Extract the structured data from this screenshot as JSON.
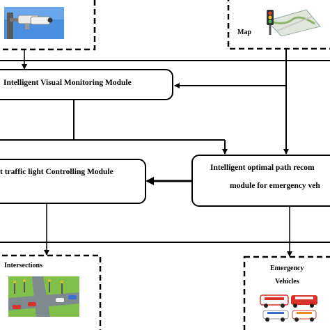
{
  "nodes": {
    "camera": {
      "label": ""
    },
    "map": {
      "label": "Map"
    },
    "visual_monitoring": {
      "label": "Intelligent Visual Monitoring Module"
    },
    "traffic_light": {
      "label": "t traffic light Controlling Module"
    },
    "path_recommendation": {
      "line1": "Intelligent optimal path recom",
      "line2": "module for emergency veh"
    },
    "intersections": {
      "label": "Intersections"
    },
    "emergency_vehicles": {
      "line1": "Emergency",
      "line2": "Vehicles"
    }
  },
  "icons": {
    "camera": "surveillance-camera-icon",
    "map": "map-with-traffic-light-icon",
    "intersections": "intersection-scene-icon",
    "emergency_vehicles": "emergency-vehicles-icon"
  },
  "colors": {
    "line": "#000000",
    "sky": "#4a8fe0",
    "road": "#7e8a8e",
    "grass": "#7fbf4a",
    "ambulance_red": "#d8332a"
  }
}
